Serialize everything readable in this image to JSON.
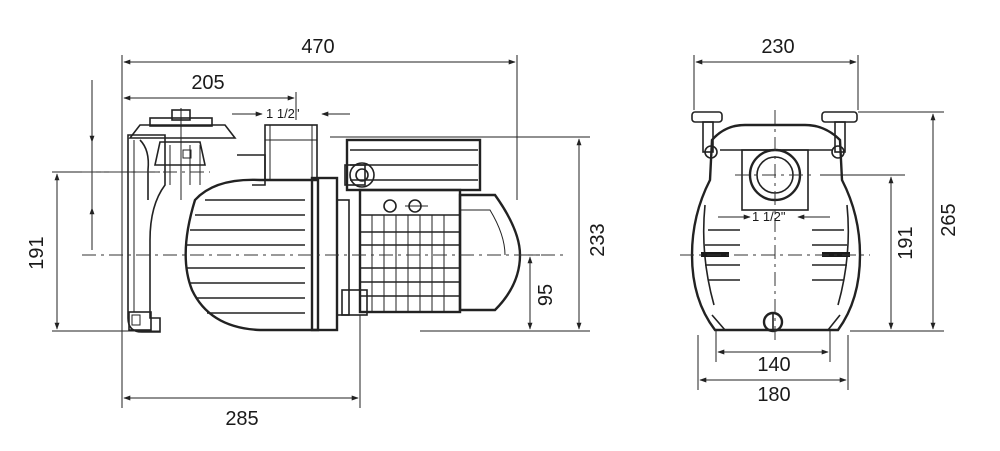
{
  "side_view": {
    "dim_total_length": "470",
    "dim_inlet_offset": "205",
    "dim_port_size": "1 1/2\"",
    "dim_base_length": "285",
    "dim_inlet_height": "191",
    "dim_total_height": "233",
    "dim_axis_height": "95"
  },
  "front_view": {
    "dim_width": "230",
    "dim_port_size": "1 1/2\"",
    "dim_foot_inner": "140",
    "dim_foot_outer": "180",
    "dim_axis_height": "191",
    "dim_total_height": "265"
  }
}
